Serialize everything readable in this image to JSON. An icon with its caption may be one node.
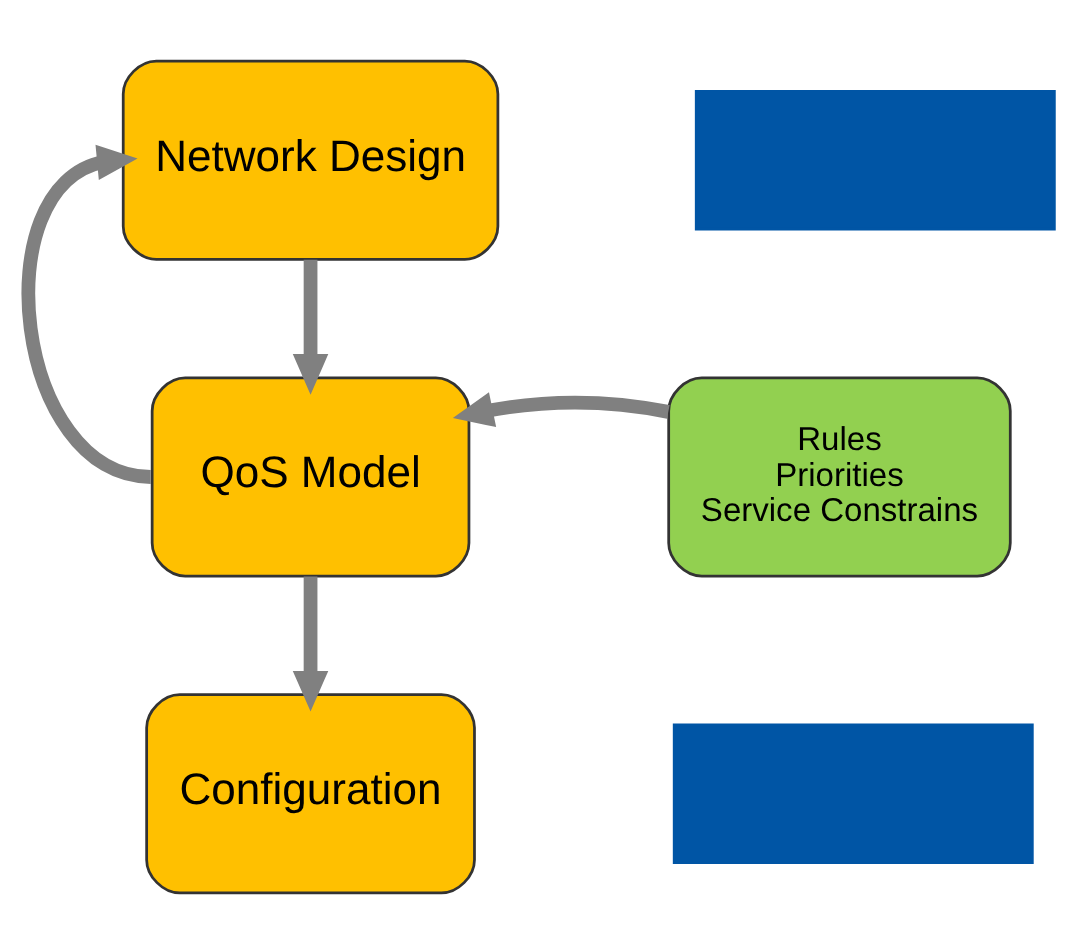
{
  "diagram": {
    "nodes": [
      {
        "text": [
          "Network Design"
        ]
      },
      {
        "text": [],
        "shape": "box"
      },
      {
        "text": [
          "QoS Model"
        ]
      },
      {
        "text": [
          "Rules",
          "Priorities",
          "Service Constrains"
        ]
      },
      {
        "text": [
          "Configuration"
        ]
      },
      {
        "text": [],
        "shape": "box"
      }
    ],
    "edges": [
      {
        "from": 0,
        "to": 2,
        "arrow": "to"
      },
      {
        "from": 2,
        "to": 0,
        "arrow": "to"
      },
      {
        "from": 3,
        "to": 2,
        "arrow": "to"
      },
      {
        "from": 2,
        "to": 4,
        "arrow": "to"
      }
    ]
  }
}
